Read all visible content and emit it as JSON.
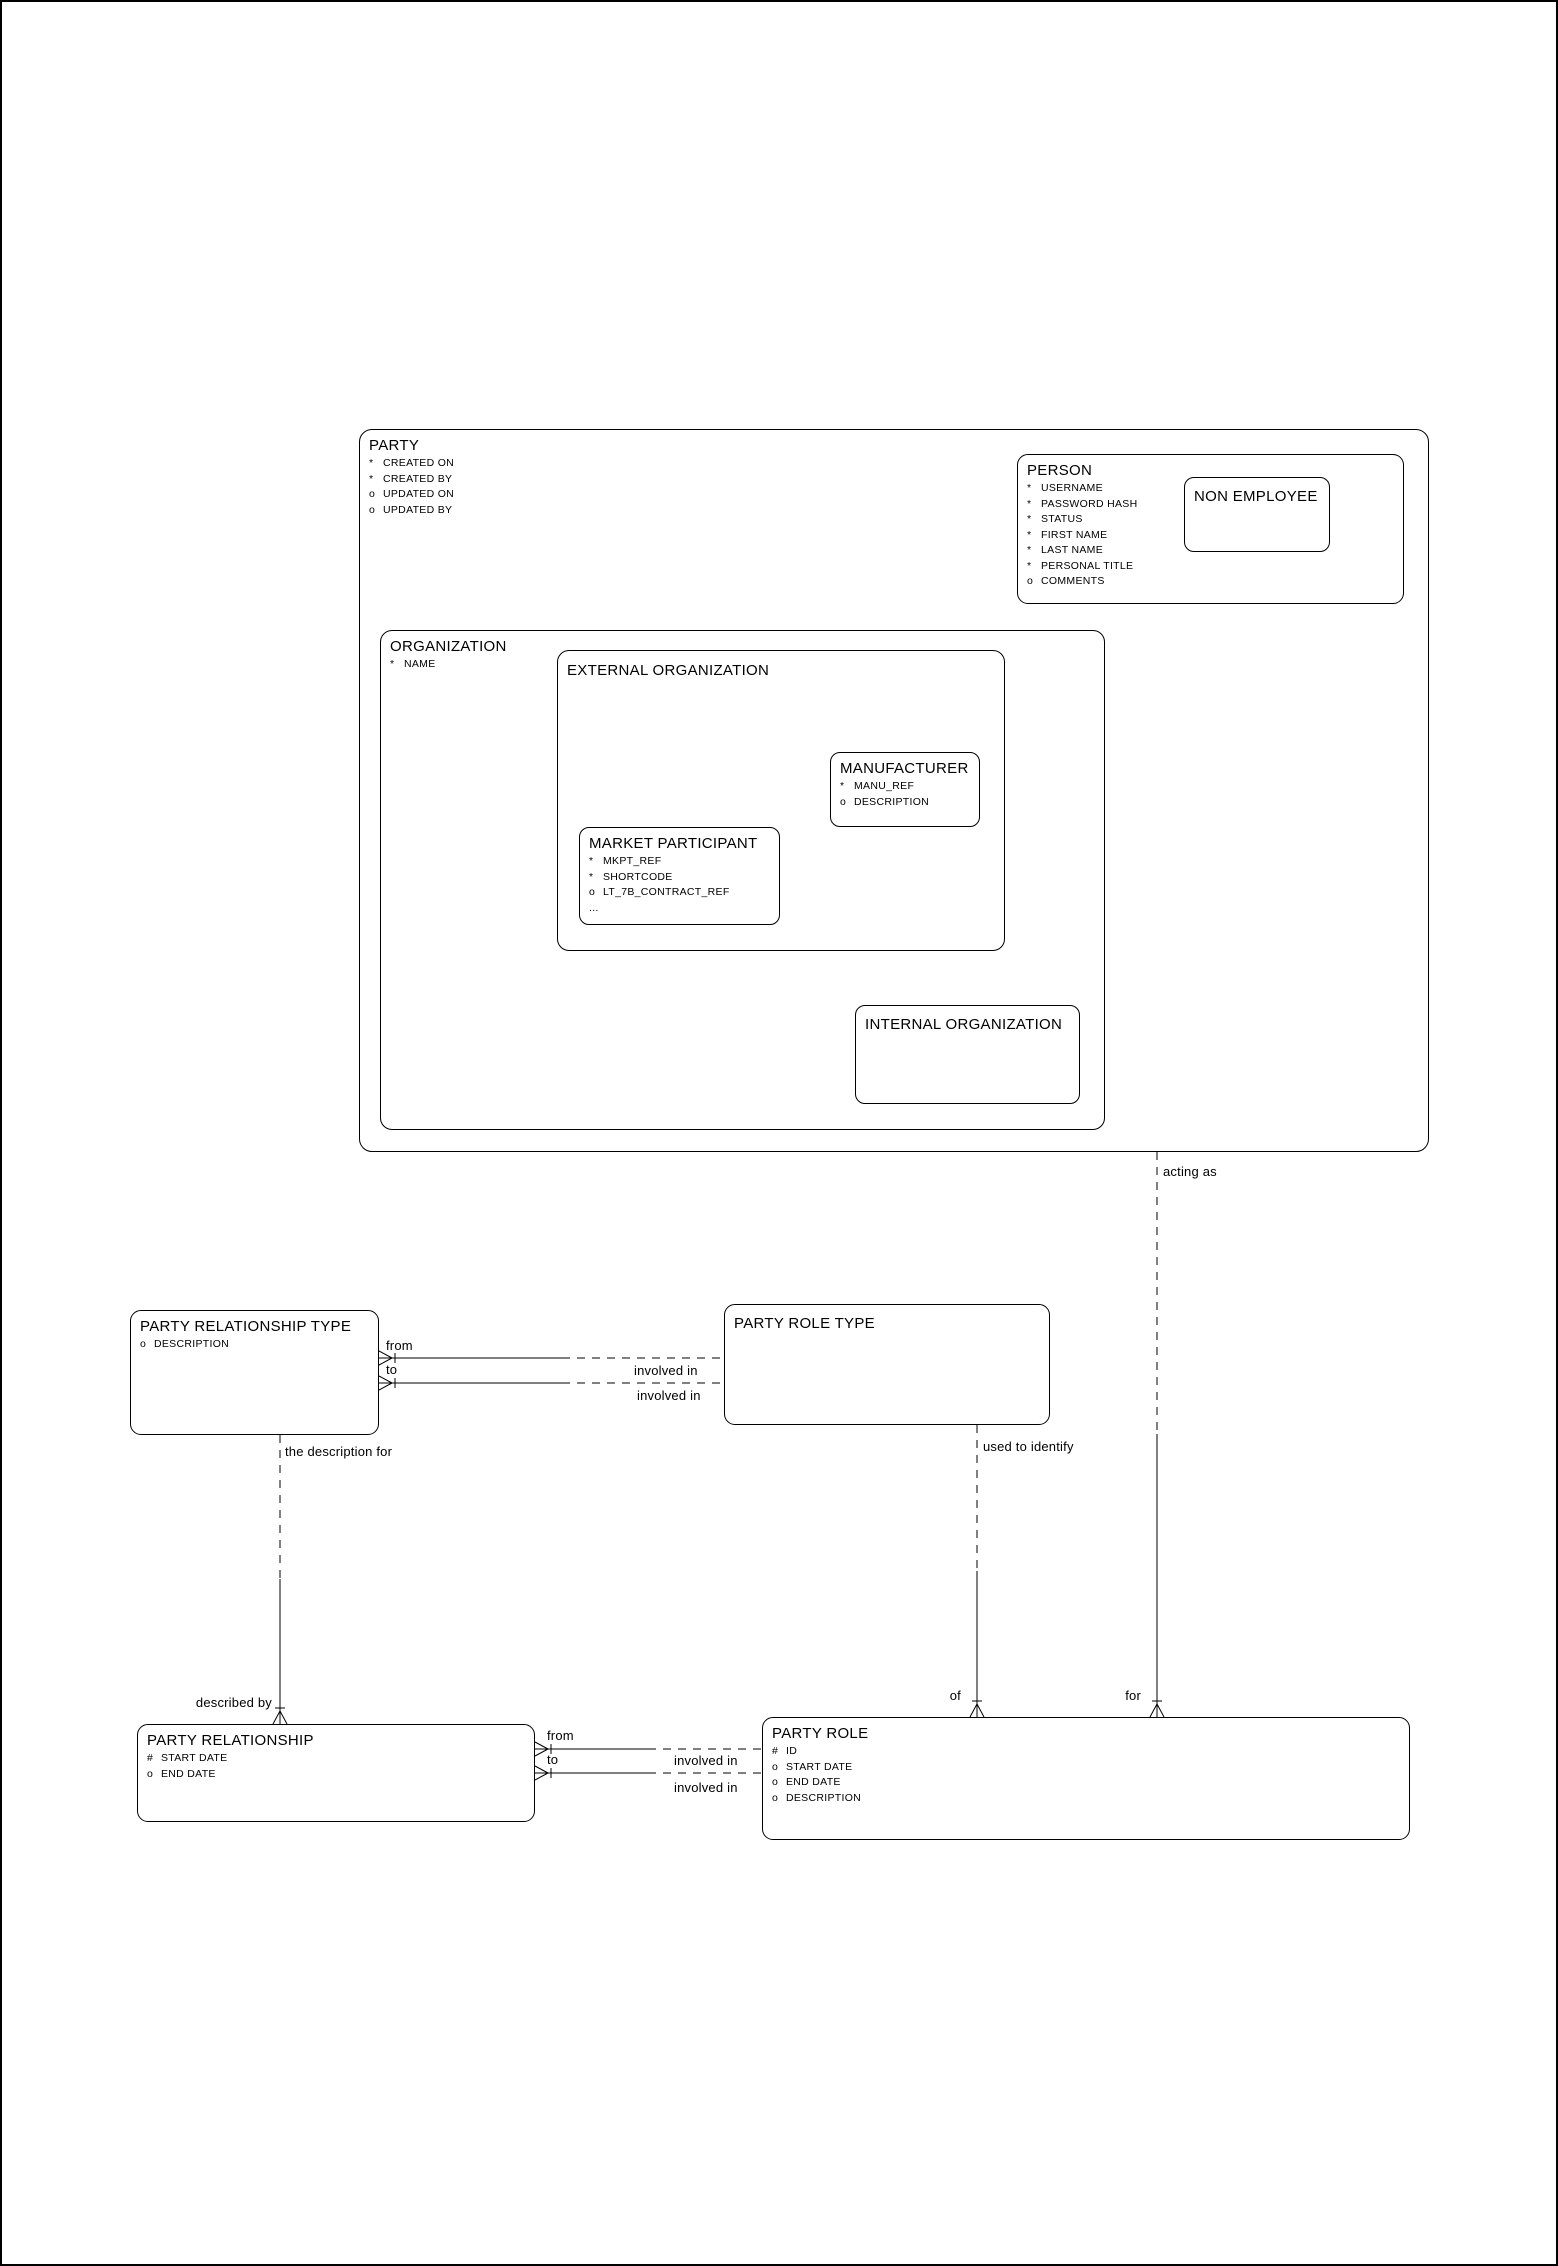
{
  "entities": {
    "party": {
      "title": "PARTY",
      "attrs": [
        [
          "*",
          "CREATED ON"
        ],
        [
          "*",
          "CREATED BY"
        ],
        [
          "o",
          "UPDATED ON"
        ],
        [
          "o",
          "UPDATED BY"
        ]
      ]
    },
    "person": {
      "title": "PERSON",
      "attrs": [
        [
          "*",
          "USERNAME"
        ],
        [
          "*",
          "PASSWORD HASH"
        ],
        [
          "*",
          "STATUS"
        ],
        [
          "*",
          "FIRST NAME"
        ],
        [
          "*",
          "LAST NAME"
        ],
        [
          "*",
          "PERSONAL TITLE"
        ],
        [
          "o",
          "COMMENTS"
        ]
      ]
    },
    "non_employee": {
      "title": "NON EMPLOYEE",
      "attrs": []
    },
    "organization": {
      "title": "ORGANIZATION",
      "attrs": [
        [
          "*",
          "NAME"
        ]
      ]
    },
    "external_organization": {
      "title": "EXTERNAL ORGANIZATION",
      "attrs": []
    },
    "manufacturer": {
      "title": "MANUFACTURER",
      "attrs": [
        [
          "*",
          "MANU_REF"
        ],
        [
          "o",
          "DESCRIPTION"
        ]
      ]
    },
    "market_participant": {
      "title": "MARKET PARTICIPANT",
      "attrs": [
        [
          "*",
          "MKPT_REF"
        ],
        [
          "*",
          "SHORTCODE"
        ],
        [
          "o",
          "LT_7B_CONTRACT_REF"
        ],
        [
          "...",
          ""
        ]
      ]
    },
    "internal_organization": {
      "title": "INTERNAL ORGANIZATION",
      "attrs": []
    },
    "party_relationship_type": {
      "title": "PARTY RELATIONSHIP TYPE",
      "attrs": [
        [
          "o",
          "DESCRIPTION"
        ]
      ]
    },
    "party_role_type": {
      "title": "PARTY ROLE TYPE",
      "attrs": []
    },
    "party_relationship": {
      "title": "PARTY RELATIONSHIP",
      "attrs": [
        [
          "#",
          "START DATE"
        ],
        [
          "o",
          "END DATE"
        ]
      ]
    },
    "party_role": {
      "title": "PARTY ROLE",
      "attrs": [
        [
          "#",
          "ID"
        ],
        [
          "o",
          "START DATE"
        ],
        [
          "o",
          "END DATE"
        ],
        [
          "o",
          "DESCRIPTION"
        ]
      ]
    }
  },
  "relationships": {
    "acting_as": "acting as",
    "for_label": "for",
    "used_to_identify": "used to identify",
    "of_label": "of",
    "the_description_for": "the description for",
    "described_by": "described by",
    "type_from": "from",
    "type_to": "to",
    "type_involved_in_1": "involved in",
    "type_involved_in_2": "involved in",
    "rel_from": "from",
    "rel_to": "to",
    "rel_involved_in_1": "involved in",
    "rel_involved_in_2": "involved in"
  },
  "colors": {
    "line": "#000000",
    "background": "#ffffff"
  }
}
